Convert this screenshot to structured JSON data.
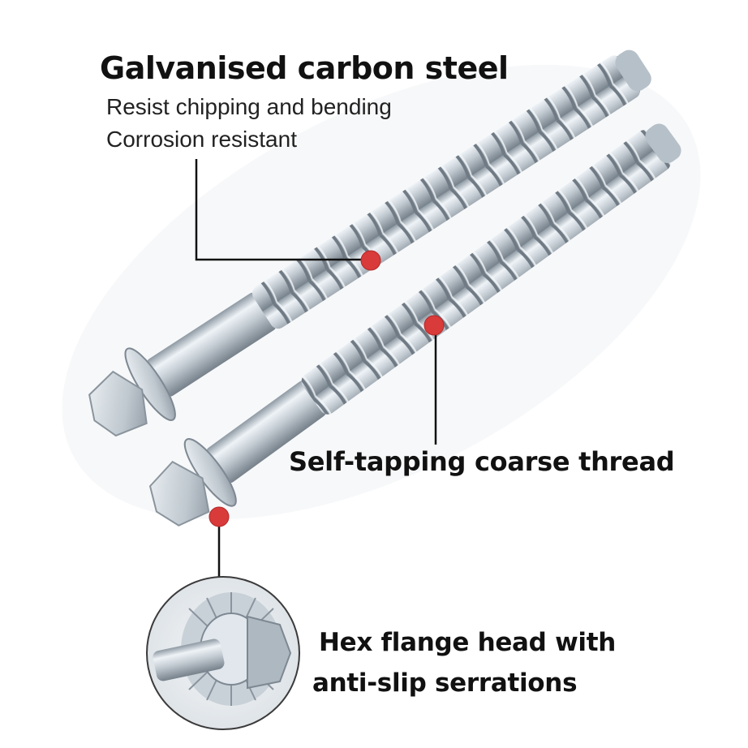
{
  "callouts": {
    "material": {
      "title": "Galvanised carbon steel",
      "lines": [
        "Resist chipping and bending",
        "Corrosion resistant"
      ]
    },
    "thread": {
      "title": "Self-tapping coarse thread"
    },
    "head": {
      "lines": [
        "Hex flange head with",
        "anti-slip serrations"
      ]
    }
  },
  "colors": {
    "marker": "#d93a3a",
    "steel_light": "#e8eef3",
    "steel_mid": "#b9c3cb",
    "steel_dark": "#7f8a94",
    "text": "#111111"
  },
  "icons": [
    "marker-dot",
    "zoom-inset"
  ]
}
